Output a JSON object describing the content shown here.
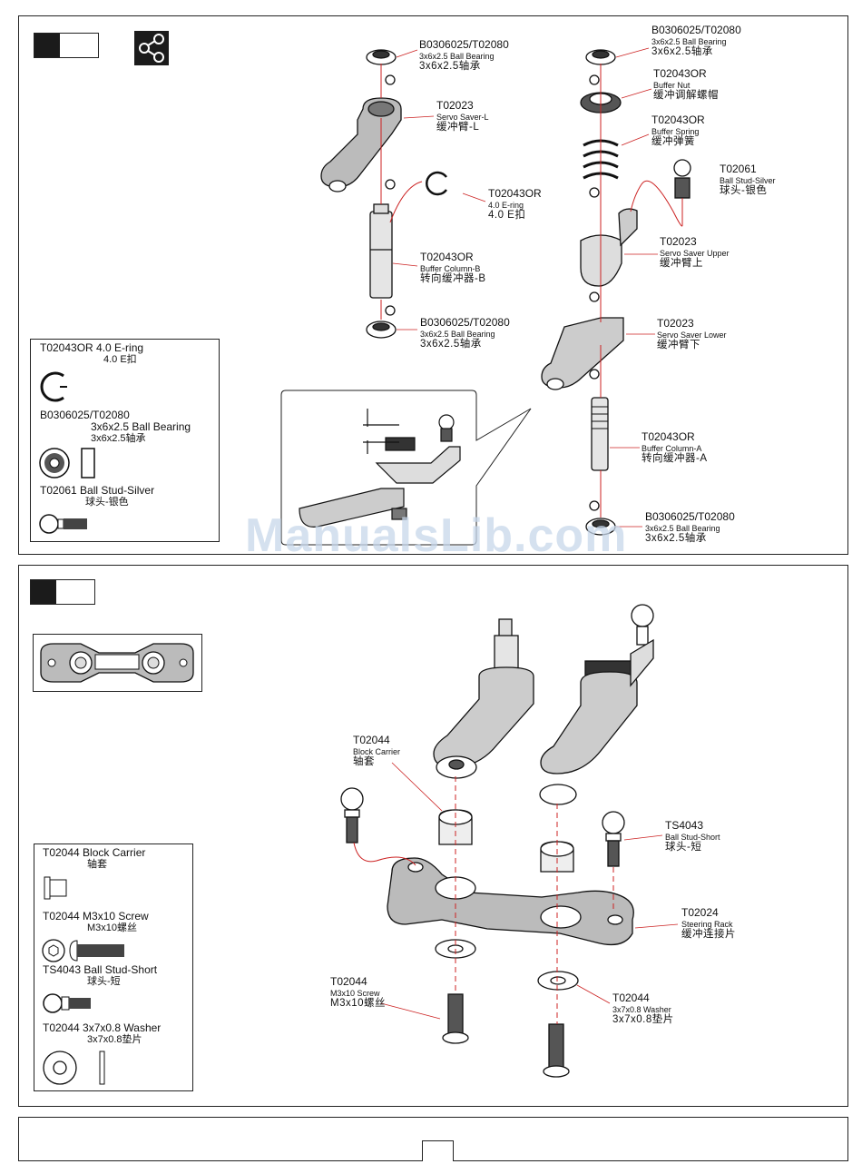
{
  "watermark": "ManualsLib.com",
  "section1": {
    "callouts": [
      {
        "pn": "B0306025/T02080",
        "en": "3x6x2.5 Ball Bearing",
        "cn": "3x6x2.5轴承"
      },
      {
        "pn": "T02023",
        "en": "Servo Saver-L",
        "cn": "缓冲臂-L"
      },
      {
        "pn": "T02043OR",
        "en": "4.0 E-ring",
        "cn": "4.0 E扣"
      },
      {
        "pn": "T02043OR",
        "en": "Buffer Column-B",
        "cn": "转向缓冲器-B"
      },
      {
        "pn": "B0306025/T02080",
        "en": "3x6x2.5 Ball Bearing",
        "cn": "3x6x2.5轴承"
      },
      {
        "pn": "B0306025/T02080",
        "en": "3x6x2.5 Ball Bearing",
        "cn": "3x6x2.5轴承"
      },
      {
        "pn": "T02043OR",
        "en": "Buffer Nut",
        "cn": "缓冲调解螺帽"
      },
      {
        "pn": "T02043OR",
        "en": "Buffer Spring",
        "cn": "缓冲弹簧"
      },
      {
        "pn": "T02061",
        "en": "Ball Stud-Silver",
        "cn": "球头-银色"
      },
      {
        "pn": "T02023",
        "en": "Servo Saver Upper",
        "cn": "缓冲臂上"
      },
      {
        "pn": "T02023",
        "en": "Servo Saver Lower",
        "cn": "缓冲臂下"
      },
      {
        "pn": "T02043OR",
        "en": "Buffer Column-A",
        "cn": "转向缓冲器-A"
      },
      {
        "pn": "B0306025/T02080",
        "en": "3x6x2.5 Ball Bearing",
        "cn": "3x6x2.5轴承"
      }
    ],
    "legend": [
      {
        "line1": "T02043OR 4.0 E-ring",
        "line2": "4.0 E扣"
      },
      {
        "line1": "B0306025/T02080",
        "line1b": "3x6x2.5 Ball Bearing",
        "line2": "3x6x2.5轴承"
      },
      {
        "line1": "T02061 Ball Stud-Silver",
        "line2": "球头-银色"
      }
    ]
  },
  "section2": {
    "callouts": [
      {
        "pn": "T02044",
        "en": "Block Carrier",
        "cn": "轴套"
      },
      {
        "pn": "TS4043",
        "en": "Ball Stud-Short",
        "cn": "球头-短"
      },
      {
        "pn": "T02024",
        "en": "Steering Rack",
        "cn": "缓冲连接片"
      },
      {
        "pn": "T02044",
        "en": "M3x10 Screw",
        "cn": "M3x10螺丝"
      },
      {
        "pn": "T02044",
        "en": "3x7x0.8 Washer",
        "cn": "3x7x0.8垫片"
      }
    ],
    "legend": [
      {
        "line1": "T02044 Block Carrier",
        "line2": "轴套"
      },
      {
        "line1": "T02044 M3x10 Screw",
        "line2": "M3x10螺丝"
      },
      {
        "line1": "TS4043 Ball Stud-Short",
        "line2": "球头-短"
      },
      {
        "line1": "T02044 3x7x0.8 Washer",
        "line2": "3x7x0.8垫片"
      }
    ]
  }
}
